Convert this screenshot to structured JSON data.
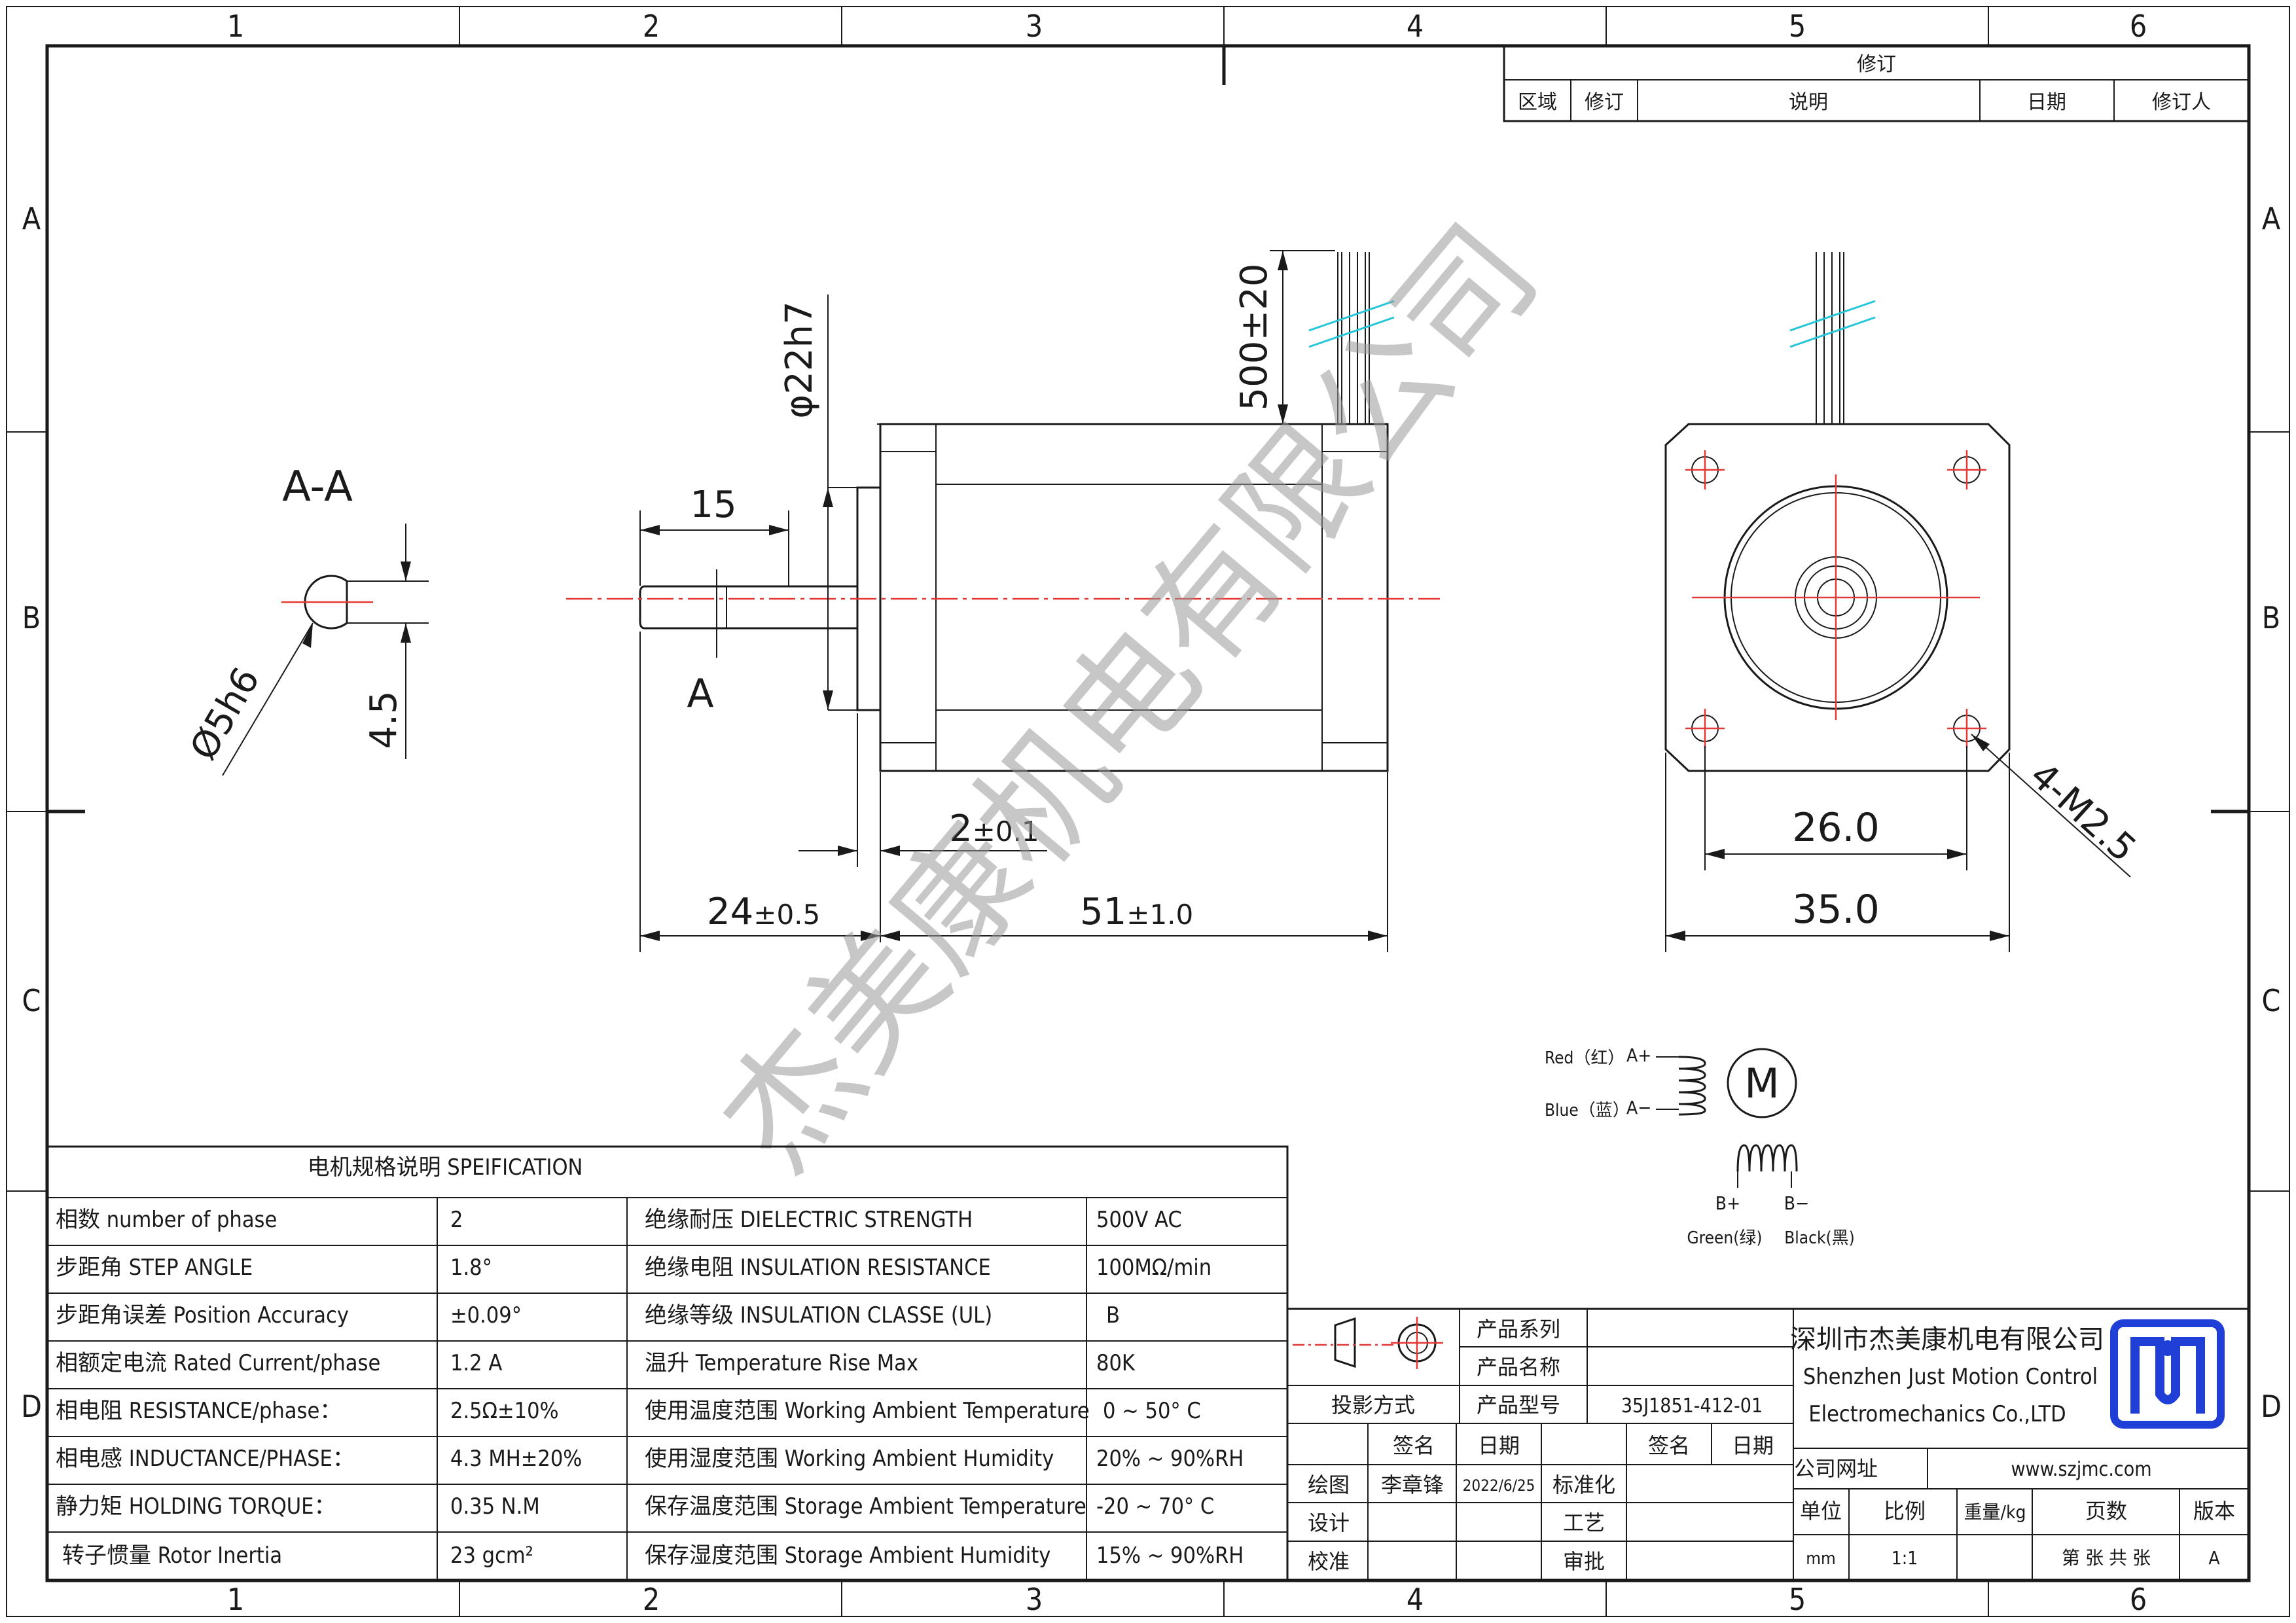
{
  "grid": {
    "cols": [
      "1",
      "2",
      "3",
      "4",
      "5",
      "6"
    ],
    "rows": [
      "A",
      "B",
      "C",
      "D"
    ]
  },
  "revision": {
    "title": "修订",
    "cols": [
      "区域",
      "修订",
      "说明",
      "日期",
      "修订人"
    ]
  },
  "section": {
    "label": "A-A",
    "dia": "Ø5h6",
    "flat": "4.5",
    "cut_mark": "A"
  },
  "side_view": {
    "shaft_len": "15",
    "pilot_dia": "φ22h7",
    "lead_len": "500±20",
    "pilot_height": "2",
    "pilot_height_tol": "±0.1",
    "shaft_total": "24",
    "shaft_total_tol": "±0.5",
    "body_len": "51",
    "body_len_tol": "±1.0"
  },
  "front_view": {
    "holes": "4-M2.5",
    "hole_spacing": "26.0",
    "flange": "35.0"
  },
  "wiring": {
    "red": "Red（红）",
    "blue": "Blue（蓝）",
    "a_plus": "A+",
    "a_minus": "A−",
    "motor": "M",
    "b_plus": "B+",
    "b_minus": "B−",
    "green": "Green(绿)",
    "black": "Black(黑)"
  },
  "spec": {
    "title": "电机规格说明 SPEIFICATION",
    "rows": [
      [
        "相数 number of phase",
        "2",
        "绝缘耐压 DIELECTRIC STRENGTH",
        "500V AC"
      ],
      [
        "步距角 STEP ANGLE",
        "1.8°",
        "绝缘电阻 INSULATION RESISTANCE",
        "100MΩ/min"
      ],
      [
        "步距角误差 Position Accuracy",
        "±0.09°",
        "绝缘等级 INSULATION CLASSE (UL)",
        "B"
      ],
      [
        "相额定电流 Rated Current/phase",
        "1.2 A",
        "温升 Temperature Rise Max",
        "80K"
      ],
      [
        "相电阻 RESISTANCE/phase：",
        "2.5Ω±10%",
        "使用温度范围 Working Ambient Temperature",
        "0 ~ 50° C"
      ],
      [
        "相电感 INDUCTANCE/PHASE：",
        "4.3 MH±20%",
        "使用湿度范围 Working Ambient Humidity",
        "20% ~ 90%RH"
      ],
      [
        "静力矩 HOLDING TORQUE：",
        "0.35 N.M",
        "保存温度范围 Storage Ambient Temperature",
        "-20 ~ 70° C"
      ],
      [
        "转子惯量 Rotor Inertia",
        "23 gcm²",
        "保存湿度范围 Storage Ambient Humidity",
        "15% ~ 90%RH"
      ]
    ]
  },
  "title_block": {
    "series_label": "产品系列",
    "name_label": "产品名称",
    "model_label": "产品型号",
    "model": "35J1851-412-01",
    "projection": "投影方式",
    "sign": "签名",
    "date": "日期",
    "drawn": "绘图",
    "drawer": "李章锋",
    "drawn_date": "2022/6/25",
    "design": "设计",
    "check": "校准",
    "standard": "标准化",
    "process": "工艺",
    "approve": "审批",
    "company_cn": "深圳市杰美康机电有限公司",
    "company_en1": "Shenzhen Just Motion Control",
    "company_en2": "Electromechanics Co.,LTD",
    "website_label": "公司网址",
    "website": "www.szjmc.com",
    "unit_label": "单位",
    "scale_label": "比例",
    "weight_label": "重量/kg",
    "pages_label": "页数",
    "version_label": "版本",
    "unit": "mm",
    "scale": "1:1",
    "pages": "第 张 共 张",
    "version": "A"
  },
  "watermark": "杰美康机电有限公司",
  "colors": {
    "line": "#1a1a1a",
    "centerline": "#e53935",
    "break": "#26c6da",
    "logo": "#1f3fd6"
  }
}
